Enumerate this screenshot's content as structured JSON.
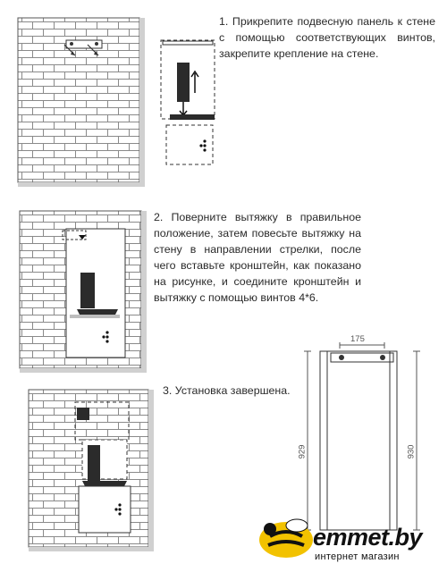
{
  "steps": [
    {
      "text": "1. Прикрепите подвесную панель к стене с помощью соответствующих винтов, закрепите крепление на стене."
    },
    {
      "text": "2. Поверните вытяжку в правильное положение, затем повесьте вытяжку на стену в направлении стрелки, после чего вставьте кронштейн, как показано на рисунке, и соедините кронштейн и вытяжку с помощью винтов 4*6."
    },
    {
      "text": "3. Установка завершена."
    }
  ],
  "dimensions": {
    "width": "175",
    "height_left": "929",
    "height_right": "930"
  },
  "brand": {
    "name": "emmet.by",
    "tagline": "интернет магазин",
    "accent": "#f2c200"
  },
  "colors": {
    "brick_stroke": "#8a8a8a",
    "outline": "#333333",
    "bracket_fill": "#2b2b2b"
  }
}
